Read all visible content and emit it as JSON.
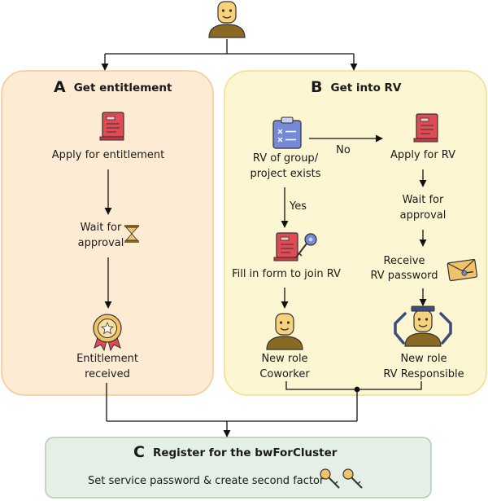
{
  "colors": {
    "panel_a_fill": "#fdebd4",
    "panel_a_stroke": "#f4c994",
    "panel_b_fill": "#fdf6d2",
    "panel_b_stroke": "#f2dd8a",
    "panel_c_fill": "#e4efe6",
    "panel_c_stroke": "#b4ccb8",
    "doc_red": "#e04b55",
    "person_skin": "#f7d27a",
    "person_shirt": "#8a6a22"
  },
  "icons": {
    "top": "person-icon",
    "a_apply": "document-icon",
    "a_wait": "hourglass-icon",
    "a_received": "award-badge-icon",
    "b_group": "checklist-clipboard-icon",
    "b_apply": "document-icon",
    "b_fill": "document-with-key-icon",
    "b_receive": "envelope-key-icon",
    "b_coworker": "person-icon",
    "b_responsible": "person-with-hat-icon",
    "c_keys": "keys-icon"
  },
  "panel_a": {
    "letter": "A",
    "title": "Get entitlement",
    "apply": "Apply for entitlement",
    "wait_1": "Wait for",
    "wait_2": "approval",
    "received_1": "Entitlement",
    "received_2": "received"
  },
  "panel_b": {
    "letter": "B",
    "title": "Get into RV",
    "group_1": "RV of group/",
    "group_2": "project exists",
    "no": "No",
    "yes": "Yes",
    "apply": "Apply for RV",
    "wait_1": "Wait for",
    "wait_2": "approval",
    "receive_1": "Receive",
    "receive_2": "RV password",
    "fill": "Fill in form to join RV",
    "coworker_1": "New role",
    "coworker_2": "Coworker",
    "responsible_1": "New role",
    "responsible_2": "RV Responsible"
  },
  "panel_c": {
    "letter": "C",
    "title": "Register for the bwForCluster",
    "subtitle": "Set service password & create second factor"
  }
}
